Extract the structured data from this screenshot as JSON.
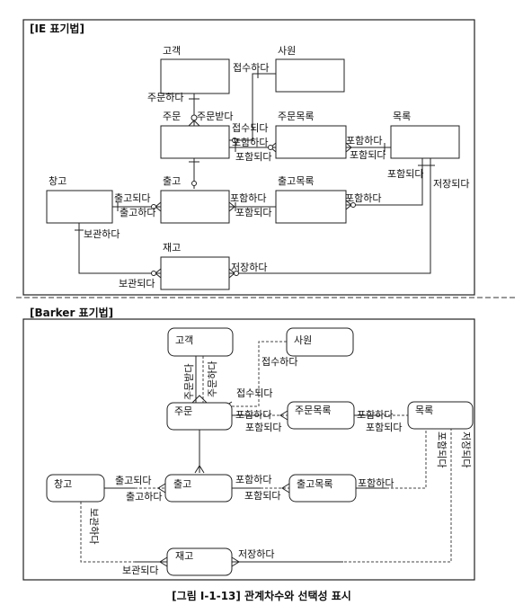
{
  "ie": {
    "title": "[IE 표기법]",
    "entities": {
      "customer": "고객",
      "employee": "사원",
      "order": "주문",
      "order_item": "주문목록",
      "catalog": "목록",
      "warehouse": "창고",
      "shipment": "출고",
      "shipment_item": "출고목록",
      "stock": "재고"
    },
    "rels": {
      "places_order": "주문하다",
      "receives_order": "주문받다",
      "accepts": "접수하다",
      "accepted": "접수되다",
      "includes_1": "포함하다",
      "included_1": "포함되다",
      "includes_2": "포함하다",
      "included_2": "포함되다",
      "included_3": "포함되다",
      "ships": "출고되다",
      "shipped": "출고하다",
      "includes_3": "포함하다",
      "included_4": "포함되다",
      "includes_4": "포함하다",
      "stores": "저장되다",
      "keeps": "보관하다",
      "kept": "보관되다",
      "saves": "저장하다"
    }
  },
  "barker": {
    "title": "[Barker 표기법]",
    "entities": {
      "customer": "고객",
      "employee": "사원",
      "order": "주문",
      "order_item": "주문목록",
      "catalog": "목록",
      "warehouse": "창고",
      "shipment": "출고",
      "shipment_item": "출고목록",
      "stock": "재고"
    },
    "rels": {
      "ordered_by": "주문받다",
      "orders": "주문하다",
      "accepts": "접수하다",
      "accepted": "접수되다",
      "includes_1": "포함하다",
      "included_1": "포함되다",
      "includes_2": "포함하다",
      "included_2": "포함되다",
      "included_3": "포함되다",
      "stored": "저장되다",
      "ships": "출고되다",
      "shipped": "출고하다",
      "includes_3": "포함하다",
      "included_4": "포함되다",
      "includes_4": "포함하다",
      "keeps": "보관하다",
      "saves": "저장하다",
      "kept": "보관되다"
    }
  },
  "caption": "[그림 Ⅰ-1-13] 관계차수와 선택성 표시"
}
